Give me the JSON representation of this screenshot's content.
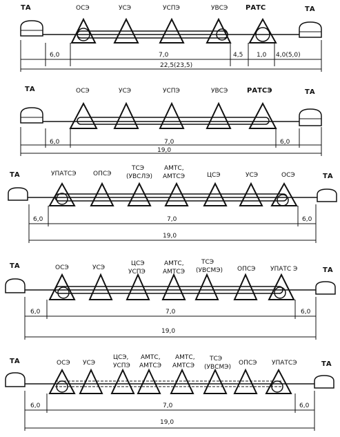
{
  "schemes": [
    {
      "end_label_left": "ТА",
      "end_label_right": "ТА",
      "stations": [
        "ОСЭ",
        "УСЭ",
        "УСПЭ",
        "УВСЭ",
        "РАТС"
      ],
      "dims": {
        "left": "6,0",
        "mid": "7,0",
        "a": "4,5",
        "b": "1,0",
        "right": "4,0(5,0)",
        "total": "22,5(23,5)"
      }
    },
    {
      "end_label_left": "ТА",
      "end_label_right": "ТА",
      "stations": [
        "ОСЭ",
        "УСЭ",
        "УСПЭ",
        "УВСЭ",
        "РАТСЭ"
      ],
      "dims": {
        "left": "6,0",
        "mid": "7,0",
        "right": "6,0",
        "total": "19,0"
      }
    },
    {
      "end_label_left": "ТА",
      "end_label_right": "ТА",
      "stations": [
        [
          "УПАТСЭ"
        ],
        [
          "ОПСЭ"
        ],
        [
          "ТСЭ",
          "(УВСЛЭ)"
        ],
        [
          "АМТС,",
          "АМТСЭ"
        ],
        [
          "ЦСЭ"
        ],
        [
          "УСЭ"
        ],
        [
          "ОСЭ"
        ]
      ],
      "dims": {
        "left": "6,0",
        "mid": "7,0",
        "right": "6,0",
        "total": "19,0"
      }
    },
    {
      "end_label_left": "ТА",
      "end_label_right": "ТА",
      "stations": [
        [
          "ОСЭ"
        ],
        [
          "УСЭ"
        ],
        [
          "ЦСЭ",
          "УСПЭ"
        ],
        [
          "АМТС,",
          "АМТСЭ"
        ],
        [
          "ТСЭ",
          "(УВСМЭ)"
        ],
        [
          "ОПСЭ"
        ],
        [
          "УПАТС Э"
        ]
      ],
      "dims": {
        "left": "6,0",
        "mid": "7,0",
        "right": "6,0",
        "total": "19,0"
      }
    },
    {
      "end_label_left": "ТА",
      "end_label_right": "ТА",
      "stations": [
        [
          "ОСЭ"
        ],
        [
          "УСЭ"
        ],
        [
          "ЦСЭ,",
          "УСПЭ"
        ],
        [
          "АМТС,",
          "АМТСЭ"
        ],
        [
          "АМТС,",
          "АМТСЭ"
        ],
        [
          "ТСЭ",
          "(УВСМЭ)"
        ],
        [
          "ОПСЭ"
        ],
        [
          "УПАТСЭ"
        ]
      ],
      "dims": {
        "left": "6,0",
        "mid": "7,0",
        "right": "6,0",
        "total": "19,0"
      }
    }
  ]
}
